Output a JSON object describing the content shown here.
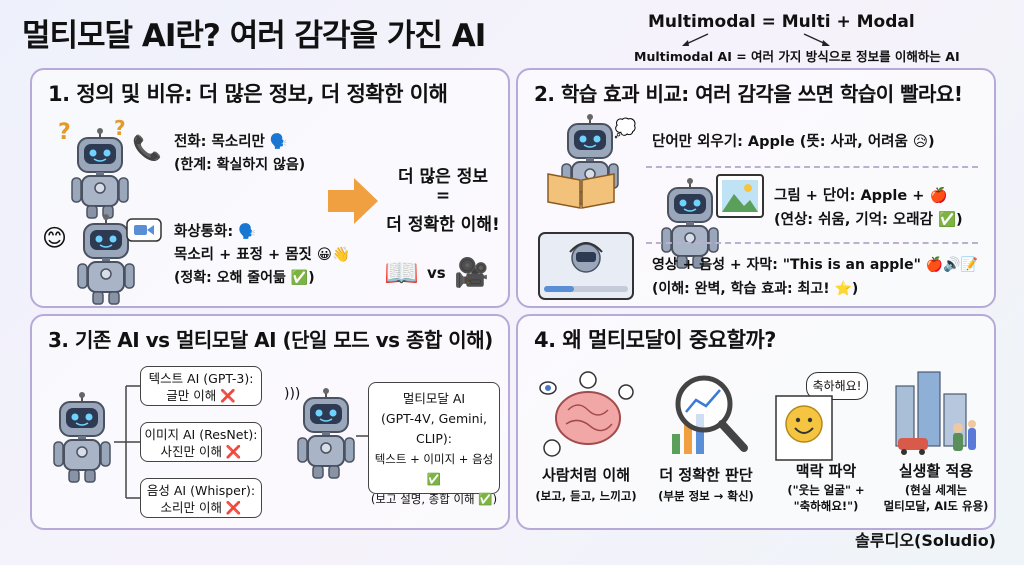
{
  "title": "멀티모달 AI란? 여러 감각을 가진 AI",
  "definition": {
    "formula": "Multimodal = Multi + Modal",
    "meaning": "Multimodal AI = 여러 가지 방식으로 정보를 이해하는 AI"
  },
  "panel1": {
    "title": "1. 정의 및 비유: 더 많은 정보, 더 정확한 이해",
    "phone_label": "전화: 목소리만 🗣️",
    "phone_limit": "(한계: 확실하지 않음)",
    "video_label": "화상통화: 🗣️",
    "video_detail": "목소리 + 표정 + 몸짓 😀👋",
    "video_accuracy": "(정확: 오해 줄어듦 ✅)",
    "conclusion_1": "더 많은 정보",
    "conclusion_eq": "=",
    "conclusion_2": "더 정확한 이해!",
    "vs": "vs"
  },
  "panel2": {
    "title": "2. 학습 효과 비교: 여러 감각을 쓰면 학습이 빨라요!",
    "row1": "단어만 외우기: Apple (뜻: 사과, 어려움 😥)",
    "row2a": "그림 + 단어: Apple + 🍎",
    "row2b": "(연상: 쉬움, 기억: 오래감 ✅)",
    "row3a": "영상 + 음성 + 자막: \"This is an apple\" 🍎🔊📝",
    "row3b": "(이해: 완벽, 학습 효과: 최고! ⭐)"
  },
  "panel3": {
    "title": "3. 기존 AI vs 멀티모달 AI (단일 모드 vs 종합 이해)",
    "text_ai_1": "텍스트 AI (GPT-3):",
    "text_ai_2": "글만 이해 ❌",
    "image_ai_1": "이미지 AI (ResNet):",
    "image_ai_2": "사진만 이해 ❌",
    "audio_ai_1": "음성 AI (Whisper):",
    "audio_ai_2": "소리만 이해 ❌",
    "mm_1": "멀티모달 AI",
    "mm_2": "(GPT-4V, Gemini, CLIP):",
    "mm_3": "텍스트 + 이미지 + 음성 ✅",
    "mm_4": "(보고 설명, 종합 이해 ✅)"
  },
  "panel4": {
    "title": "4. 왜 멀티모달이 중요할까?",
    "item1_title": "사람처럼 이해",
    "item1_sub": "(보고, 듣고, 느끼고)",
    "item2_title": "더 정확한 판단",
    "item2_sub": "(부분 정보 → 확신)",
    "item3_title": "맥락 파악",
    "item3_sub1": "(\"웃는 얼굴\" +",
    "item3_sub2": "\"축하해요!\")",
    "item3_bubble": "축하해요!",
    "item4_title": "실생활 적용",
    "item4_sub1": "(현실 세계는",
    "item4_sub2": "멀티모달, AI도 유용)"
  },
  "footer": "솔루디오(Soludio)",
  "colors": {
    "panel_border": "#b7aad9",
    "robot": "#8e9bb0",
    "accent_orange": "#f0a040",
    "check": "#3cb043",
    "cross": "#d42b2b"
  }
}
